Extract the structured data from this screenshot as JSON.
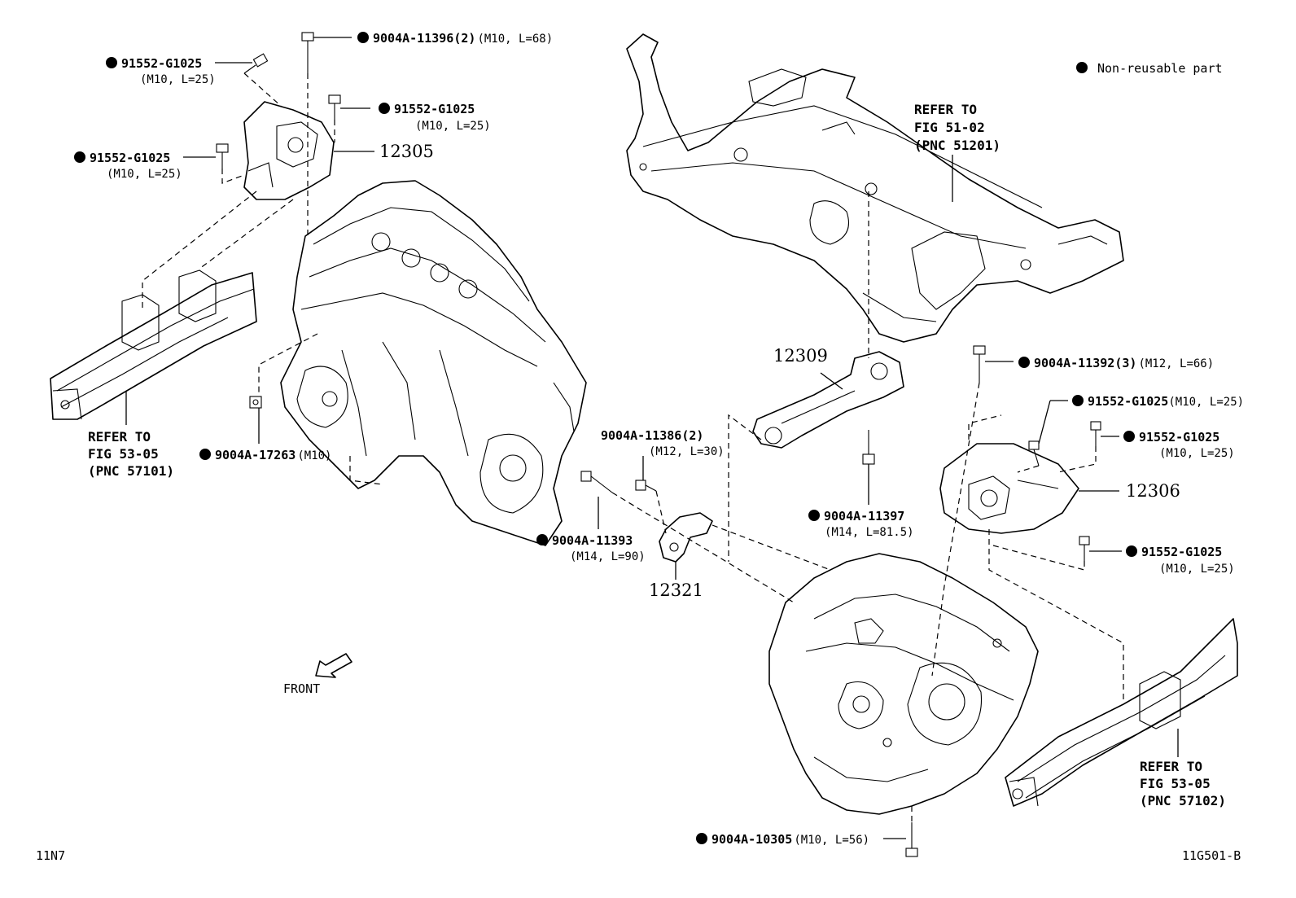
{
  "legend": {
    "text": "Non-reusable part"
  },
  "callouts": {
    "c1": {
      "pn": "9004A-11396(2)",
      "spec": "(M10, L=68)"
    },
    "c2": {
      "pn": "91552-G1025",
      "spec": "(M10, L=25)"
    },
    "c3": {
      "pn": "91552-G1025",
      "spec": "(M10, L=25)"
    },
    "c4": {
      "pn": "91552-G1025",
      "spec": "(M10, L=25)"
    },
    "c5": {
      "pn": "9004A-17263",
      "spec": "(M10)"
    },
    "c6": {
      "pn": "9004A-11386(2)",
      "spec": "(M12, L=30)"
    },
    "c7": {
      "pn": "9004A-11393",
      "spec": "(M14, L=90)"
    },
    "c8": {
      "pn": "9004A-11397",
      "spec": "(M14, L=81.5)"
    },
    "c9": {
      "pn": "9004A-11392(3)",
      "spec": "(M12, L=66)"
    },
    "c10": {
      "pn": "91552-G1025",
      "spec": "(M10, L=25)"
    },
    "c11": {
      "pn": "91552-G1025",
      "spec": "(M10, L=25)"
    },
    "c12": {
      "pn": "91552-G1025",
      "spec": "(M10, L=25)"
    },
    "c13": {
      "pn": "9004A-10305",
      "spec": "(M10, L=56)"
    }
  },
  "parts": {
    "p12305": "12305",
    "p12309": "12309",
    "p12306": "12306",
    "p12321": "12321"
  },
  "refs": {
    "r51201": {
      "l1": "REFER TO",
      "l2": "FIG 51-02",
      "l3": "(PNC 51201)"
    },
    "r57101": {
      "l1": "REFER TO",
      "l2": "FIG 53-05",
      "l3": "(PNC 57101)"
    },
    "r57102": {
      "l1": "REFER TO",
      "l2": "FIG 53-05",
      "l3": "(PNC 57102)"
    }
  },
  "front_label": "FRONT",
  "footer": {
    "left": "11N7",
    "right": "11G501-B"
  }
}
